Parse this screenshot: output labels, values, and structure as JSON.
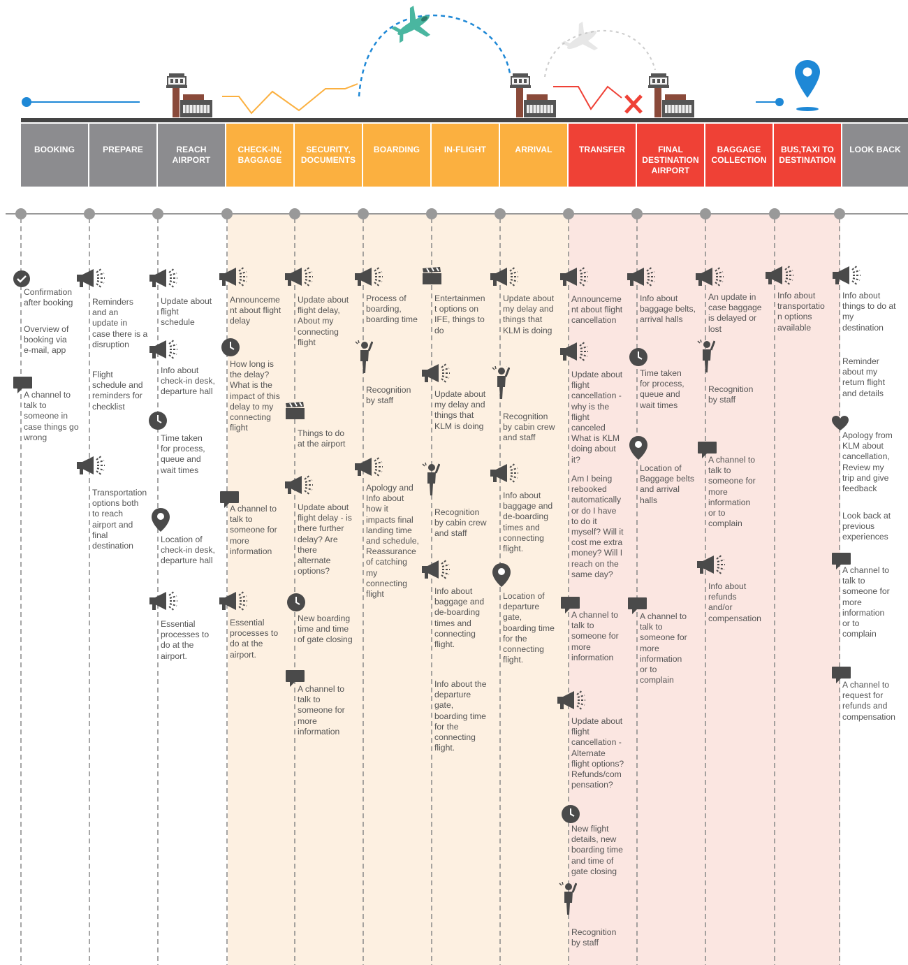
{
  "colors": {
    "grey": "#8c8c8f",
    "orange": "#fbb040",
    "red": "#ef4136",
    "blue": "#1e88d6",
    "peach_bg": "#fdf0e1",
    "pink_bg": "#fbe6e1",
    "icon_dark": "#4a4a4a"
  },
  "stages": [
    {
      "label": "BOOKING",
      "color": "grey"
    },
    {
      "label": "PREPARE",
      "color": "grey"
    },
    {
      "label": "REACH\nAIRPORT",
      "color": "grey"
    },
    {
      "label": "CHECK-IN,\nBAGGAGE",
      "color": "orange"
    },
    {
      "label": "SECURITY,\nDOCUMENTS",
      "color": "orange"
    },
    {
      "label": "BOARDING",
      "color": "orange"
    },
    {
      "label": "IN-FLIGHT",
      "color": "orange"
    },
    {
      "label": "ARRIVAL",
      "color": "orange"
    },
    {
      "label": "TRANSFER",
      "color": "red"
    },
    {
      "label": "FINAL\nDESTINATION\nAIRPORT",
      "color": "red"
    },
    {
      "label": "BAGGAGE\nCOLLECTION",
      "color": "red"
    },
    {
      "label": "BUS,TAXI TO\nDESTINATION",
      "color": "red"
    },
    {
      "label": "LOOK BACK",
      "color": "grey"
    }
  ],
  "columns": [
    {
      "stage": "BOOKING",
      "items": [
        {
          "icon": "check-icon",
          "text": "Confirmation\nafter booking"
        },
        {
          "icon": "",
          "text": "Overview of\nbooking via\ne-mail, app"
        },
        {
          "icon": "chat-icon",
          "text": "A channel to\ntalk to\nsomeone in\ncase things go\nwrong"
        }
      ]
    },
    {
      "stage": "PREPARE",
      "items": [
        {
          "icon": "megaphone-icon",
          "text": "Reminders\nand an\nupdate in\ncase there is a\ndisruption"
        },
        {
          "icon": "",
          "text": "Flight\nschedule and\nreminders for\nchecklist"
        },
        {
          "icon": "megaphone-icon",
          "text": "Transportation\noptions both\nto reach\nairport and\nfinal\ndestination"
        }
      ]
    },
    {
      "stage": "REACH AIRPORT",
      "items": [
        {
          "icon": "megaphone-icon",
          "text": "Update about\nflight\nschedule"
        },
        {
          "icon": "megaphone-icon",
          "text": "Info about\ncheck-in desk,\ndeparture hall"
        },
        {
          "icon": "clock-icon",
          "text": "Time taken\nfor process,\nqueue and\nwait times"
        },
        {
          "icon": "location-pin-icon",
          "text": "Location of\ncheck-in desk,\ndeparture hall"
        },
        {
          "icon": "megaphone-icon",
          "text": "Essential\nprocesses to\ndo at the\nairport."
        }
      ]
    },
    {
      "stage": "CHECK-IN, BAGGAGE",
      "items": [
        {
          "icon": "megaphone-icon",
          "text": "Announceme\nnt about flight\ndelay"
        },
        {
          "icon": "clock-icon",
          "text": "How long is\nthe delay?\nWhat is the\nimpact of this\ndelay to my\nconnecting\nflight"
        },
        {
          "icon": "chat-icon",
          "text": "A channel to\ntalk to\nsomeone for\nmore\ninformation"
        },
        {
          "icon": "megaphone-icon",
          "text": "Essential\nprocesses to\ndo at the\nairport."
        }
      ]
    },
    {
      "stage": "SECURITY, DOCUMENTS",
      "items": [
        {
          "icon": "megaphone-icon",
          "text": "Update about\nflight delay,\nAbout my\nconnecting\nflight"
        },
        {
          "icon": "clapperboard-icon",
          "text": "Things to do\nat the airport"
        },
        {
          "icon": "megaphone-icon",
          "text": "Update about\nflight delay - is\nthere further\ndelay? Are\nthere\nalternate\noptions?"
        },
        {
          "icon": "clock-icon",
          "text": "New boarding\ntime and time\nof gate closing"
        },
        {
          "icon": "chat-icon",
          "text": "A channel to\ntalk to\nsomeone for\nmore\ninformation"
        }
      ]
    },
    {
      "stage": "BOARDING",
      "items": [
        {
          "icon": "megaphone-icon",
          "text": "Process of\nboarding,\nboarding time"
        },
        {
          "icon": "staff-icon",
          "text": "Recognition\nby staff"
        },
        {
          "icon": "megaphone-icon",
          "text": "Apology and\nInfo about\nhow it\nimpacts final\nlanding time\nand schedule,\nReassurance\nof catching\nmy\nconnecting\nflight"
        }
      ]
    },
    {
      "stage": "IN-FLIGHT",
      "items": [
        {
          "icon": "clapperboard-icon",
          "text": "Entertainmen\nt options on\nIFE, things to\ndo"
        },
        {
          "icon": "megaphone-icon",
          "text": "Update about\nmy delay and\nthings that\nKLM is doing"
        },
        {
          "icon": "staff-icon",
          "text": "Recognition\nby cabin crew\nand staff"
        },
        {
          "icon": "megaphone-icon",
          "text": "Info about\nbaggage and\nde-boarding\ntimes and\nconnecting\nflight."
        },
        {
          "icon": "",
          "text": "Info about the\ndeparture\ngate,\nboarding time\nfor the\nconnecting\nflight."
        }
      ]
    },
    {
      "stage": "ARRIVAL",
      "items": [
        {
          "icon": "megaphone-icon",
          "text": "Update about\nmy delay and\nthings that\nKLM is doing"
        },
        {
          "icon": "staff-icon",
          "text": "Recognition\nby cabin crew\nand staff"
        },
        {
          "icon": "megaphone-icon",
          "text": "Info about\nbaggage and\nde-boarding\ntimes and\nconnecting\nflight."
        },
        {
          "icon": "location-pin-icon",
          "text": "Location of\ndeparture\ngate,\nboarding time\nfor the\nconnecting\nflight."
        }
      ]
    },
    {
      "stage": "TRANSFER",
      "items": [
        {
          "icon": "megaphone-icon",
          "text": "Announceme\nnt about flight\ncancellation"
        },
        {
          "icon": "megaphone-icon",
          "text": "Update about\nflight\ncancellation -\nwhy is the\nflight\ncanceled\nWhat is KLM\ndoing about\nit?"
        },
        {
          "icon": "",
          "text": "Am I being\nrebooked\nautomatically\nor do I have\nto do it\nmyself? Will it\ncost me extra\nmoney? Will I\nreach on the\nsame day?"
        },
        {
          "icon": "chat-icon",
          "text": "A channel to\ntalk to\nsomeone for\nmore\ninformation"
        },
        {
          "icon": "megaphone-icon",
          "text": "Update about\nflight\ncancellation -\nAlternate\nflight options?\nRefunds/com\npensation?"
        },
        {
          "icon": "clock-icon",
          "text": "New flight\ndetails, new\nboarding time\nand time of\ngate closing"
        },
        {
          "icon": "staff-icon",
          "text": "Recognition\nby staff"
        }
      ]
    },
    {
      "stage": "FINAL DESTINATION AIRPORT",
      "items": [
        {
          "icon": "megaphone-icon",
          "text": "Info about\nbaggage belts,\narrival halls"
        },
        {
          "icon": "clock-icon",
          "text": "Time taken\nfor process,\nqueue and\nwait times"
        },
        {
          "icon": "location-pin-icon",
          "text": "Location of\nBaggage belts\nand arrival\nhalls"
        },
        {
          "icon": "chat-icon",
          "text": "A channel to\ntalk to\nsomeone for\nmore\ninformation\nor to\ncomplain"
        }
      ]
    },
    {
      "stage": "BAGGAGE COLLECTION",
      "items": [
        {
          "icon": "megaphone-icon",
          "text": "An update in\ncase baggage\nis delayed or\nlost"
        },
        {
          "icon": "staff-icon",
          "text": "Recognition\nby staff"
        },
        {
          "icon": "chat-icon",
          "text": "A channel to\ntalk to\nsomeone for\nmore\ninformation\nor to\ncomplain"
        },
        {
          "icon": "megaphone-icon",
          "text": "Info about\nrefunds\nand/or\ncompensation"
        }
      ]
    },
    {
      "stage": "BUS,TAXI TO DESTINATION",
      "items": [
        {
          "icon": "megaphone-icon",
          "text": "Info about\ntransportatio\nn options\navailable"
        }
      ]
    },
    {
      "stage": "LOOK BACK",
      "items": [
        {
          "icon": "megaphone-icon",
          "text": "Info about\nthings to do at\nmy\ndestination"
        },
        {
          "icon": "",
          "text": "Reminder\nabout my\nreturn flight\nand details"
        },
        {
          "icon": "heart-icon",
          "text": "Apology from\nKLM about\ncancellation,\nReview my\ntrip and give\nfeedback"
        },
        {
          "icon": "",
          "text": "Look back at\nprevious\nexperiences"
        },
        {
          "icon": "chat-icon",
          "text": "A channel to\ntalk to\nsomeone for\nmore\ninformation\nor to\ncomplain"
        },
        {
          "icon": "chat-icon",
          "text": "A channel to\nrequest for\nrefunds and\ncompensation"
        }
      ]
    }
  ]
}
